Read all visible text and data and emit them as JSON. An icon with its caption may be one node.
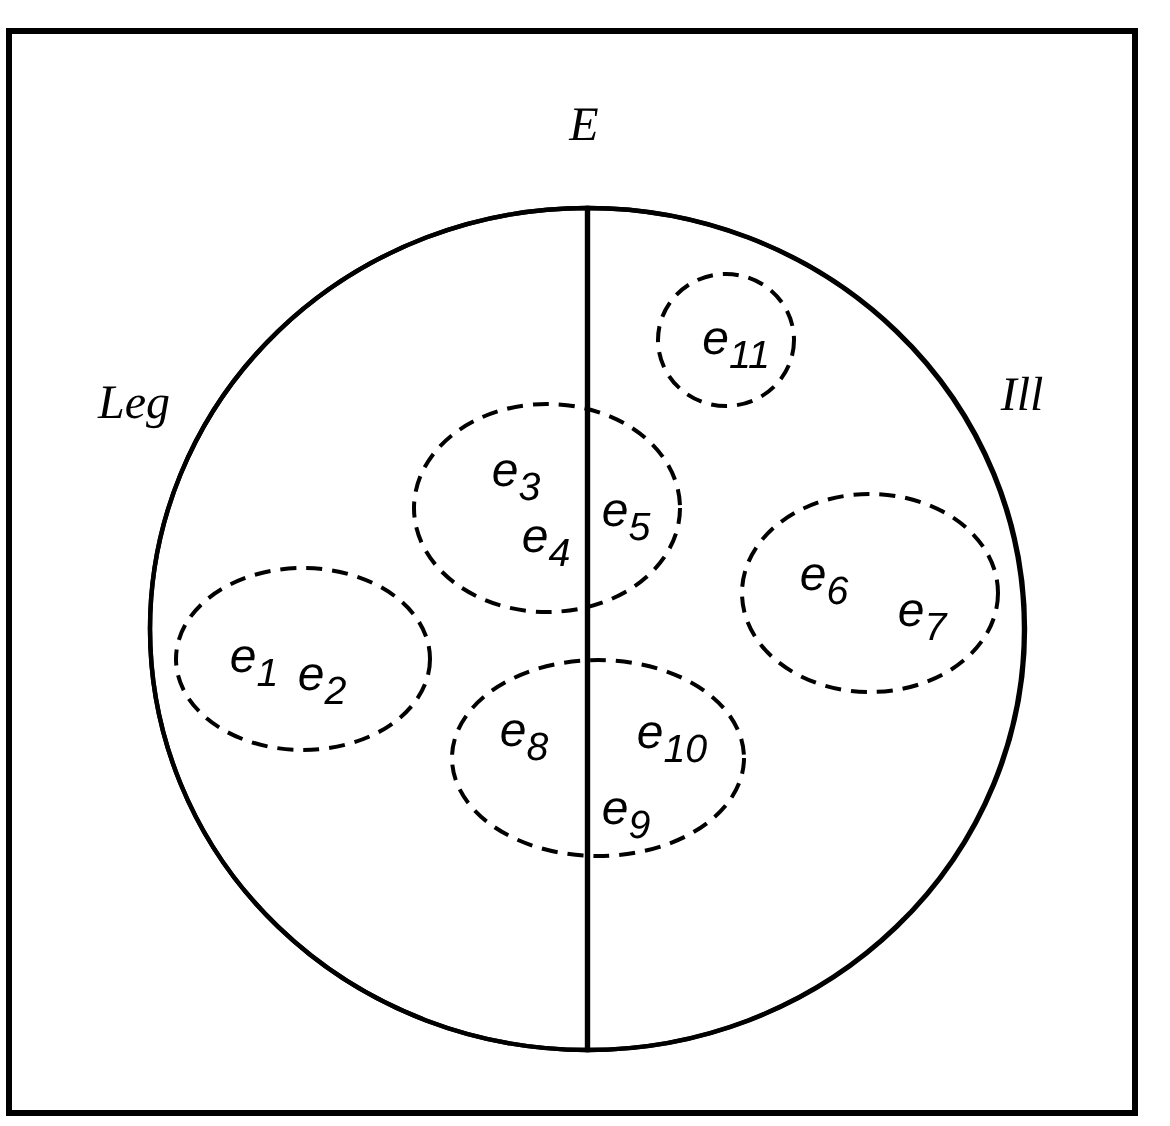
{
  "diagram": {
    "nodes": [
      {
        "text": [
          "E"
        ]
      },
      {
        "text": [
          "Leg"
        ],
        "in": 0
      },
      {
        "text": [
          "Ill"
        ],
        "in": 0
      },
      {
        "text": [
          "e$_{1}$",
          "e$_{2}$"
        ],
        "in": 1
      },
      {
        "text": [
          "e$_{3}$",
          "e$_{4}$",
          "e$_{5}$"
        ],
        "in": 0
      },
      {
        "text": [
          "e$_{6}$",
          "e$_{7}$"
        ],
        "in": 2
      },
      {
        "text": [
          "e$_{8}$",
          "e$_{10}$",
          "e$_{9}$"
        ],
        "in": 0
      },
      {
        "text": [
          "e$_{11}$"
        ],
        "in": 2
      }
    ]
  }
}
